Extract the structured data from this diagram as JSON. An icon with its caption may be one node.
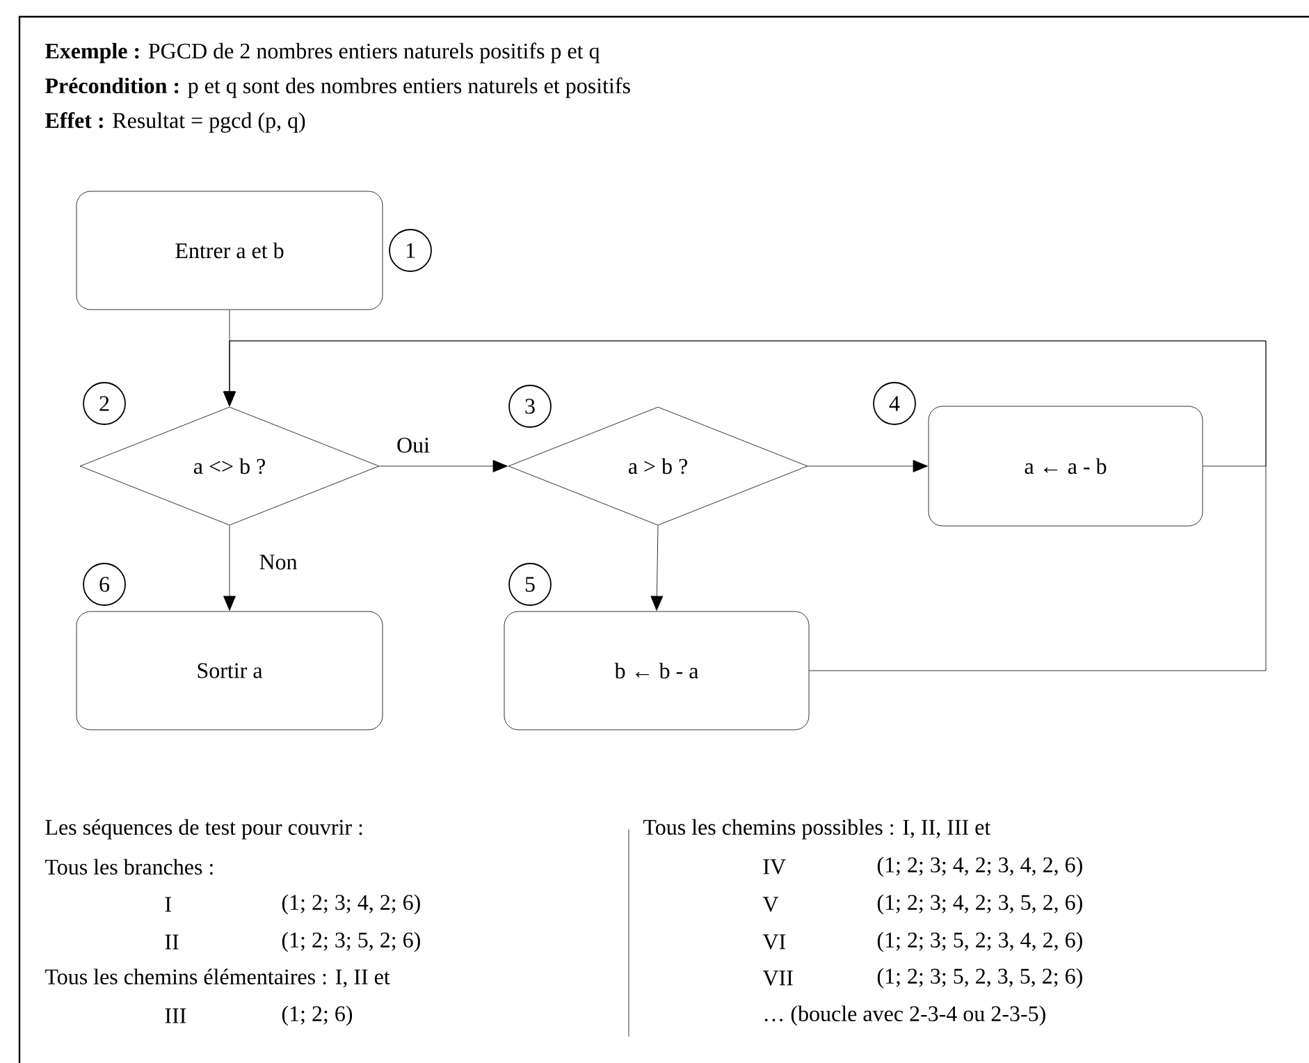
{
  "diagram": {
    "nodes": [
      {
        "text": [
          "Entrer a et b"
        ],
        "beside": [
          "1"
        ]
      },
      {
        "text": [
          "a <> b ?"
        ],
        "beside": [
          "2"
        ]
      },
      {
        "text": [
          "a > b ?"
        ],
        "beside": [
          "3"
        ]
      },
      {
        "text": [
          "a ← a - b"
        ],
        "beside": [
          "4"
        ]
      },
      {
        "text": [
          "b ← b - a"
        ],
        "beside": [
          "5"
        ]
      },
      {
        "text": [
          "Sortir a"
        ],
        "beside": [
          "6"
        ]
      }
    ],
    "edges": [
      {
        "from": 0,
        "to": 1,
        "arrow": "to"
      },
      {
        "from": 1,
        "to": 2,
        "arrow": "to",
        "label": "Oui"
      },
      {
        "from": 2,
        "to": 3,
        "arrow": "to"
      },
      {
        "from": 2,
        "to": 4,
        "arrow": "to"
      },
      {
        "from": 1,
        "to": 5,
        "arrow": "to",
        "label": "Non"
      },
      {
        "from": 3,
        "to": 1,
        "arrow": "to"
      },
      {
        "from": 4,
        "to": 1,
        "arrow": "to"
      }
    ],
    "labels": [
      "**Exemple :** PGCD de 2 nombres entiers naturels positifs p et q",
      "**Précondition :** p et q sont des nombres entiers naturels et positifs",
      "**Effet :** Resultat = pgcd (p, q)",
      "Les séquences de test pour couvrir :",
      "Tous les branches :",
      "I",
      "(1; 2; 3; 4, 2; 6)",
      "II",
      "(1; 2; 3; 5, 2; 6)",
      "Tous les chemins élémentaires : I, II et",
      "III",
      "(1; 2; 6)",
      "Tous les chemins possibles : I, II, III et",
      "IV",
      "(1; 2; 3; 4, 2; 3, 4, 2, 6)",
      "V",
      "(1; 2; 3; 4, 2; 3, 5, 2, 6)",
      "VI",
      "(1; 2; 3; 5, 2; 3, 4, 2, 6)",
      "VII",
      "(1; 2; 3; 5, 2, 3, 5, 2; 6)",
      "… (boucle avec 2-3-4 ou 2-3-5)"
    ]
  }
}
